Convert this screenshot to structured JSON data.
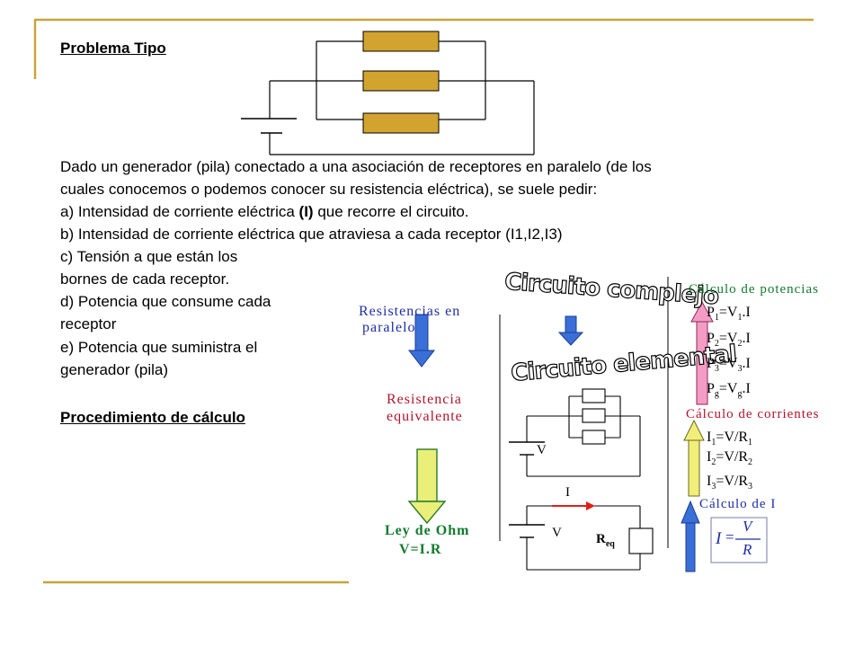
{
  "slide": {
    "title": "Problema Tipo",
    "intro_line1": "Dado un generador  (pila) conectado a una asociación de receptores en paralelo (de los",
    "intro_line2": "cuales conocemos o podemos conocer  su resistencia eléctrica),  se suele pedir:",
    "item_a_pre": "a) Intensidad de corriente eléctrica  ",
    "item_a_bold": "(I)",
    "item_a_post": " que recorre el circuito.",
    "item_b": "b) Intensidad de corriente eléctrica que atraviesa a cada receptor (I1,I2,I3)",
    "item_c1": "c) Tensión a que están los",
    "item_c2": " bornes de cada receptor.",
    "item_d1": "d) Potencia que consume cada",
    "item_d2": "receptor",
    "item_e1": "e) Potencia que suministra el",
    "item_e2": "generador (pila)",
    "procedure_heading": "Procedimiento de cálculo"
  },
  "diagram": {
    "left_column": {
      "step1": [
        "Resistencias en",
        "paralelo"
      ],
      "step2": [
        "Resistencia",
        "equivalente"
      ],
      "step3": [
        "Ley de Ohm",
        "V=I.R"
      ]
    },
    "center": {
      "title_complex": "Circuito complejo",
      "title_elemental": "Circuito elemental",
      "label_v1": "V",
      "label_i": "I",
      "label_v2": "V",
      "label_req": "R",
      "label_req_sub": "eq"
    },
    "right_column": {
      "power_heading": "Cálculo de potencias",
      "power_formulas": [
        {
          "p": "P",
          "sub": "1",
          "mid": "=V",
          "sub2": "1",
          "end": ".I"
        },
        {
          "p": "P",
          "sub": "2",
          "mid": "=V",
          "sub2": "2",
          "end": ".I"
        },
        {
          "p": "P",
          "sub": "3",
          "mid": "=V",
          "sub2": "3",
          "end": ".I"
        },
        {
          "p": "P",
          "sub": "g",
          "mid": "=V",
          "sub2": "g",
          "end": ".I"
        }
      ],
      "current_heading": "Cálculo de corrientes",
      "current_formulas": [
        {
          "i": "I",
          "sub": "1",
          "mid": "=V/R",
          "sub2": "1"
        },
        {
          "i": "I",
          "sub": "2",
          "mid": "=V/R",
          "sub2": "2"
        },
        {
          "i": "I",
          "sub": "3",
          "mid": "=V/R",
          "sub2": "3"
        }
      ],
      "calc_i_heading": "Cálculo de I",
      "formula_lhs": "I",
      "formula_eq": "=",
      "formula_num": "V",
      "formula_den": "R"
    }
  },
  "colors": {
    "accent_rule": "#c8a53a",
    "resistor_fill": "#d2a32e",
    "arrow_blue": "#3a6fd8",
    "arrow_yellow": "#f2ee7a",
    "arrow_pink": "#f59cc4",
    "arrow_red": "#e0201a",
    "arrow_green_fill": "#e9ef78"
  }
}
